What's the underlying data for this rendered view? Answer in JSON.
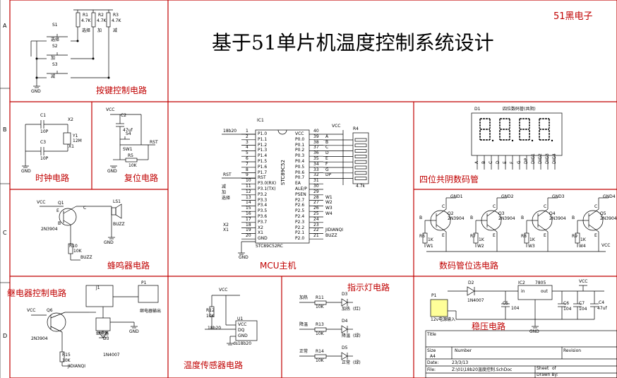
{
  "title": "基于51单片机温度控制系统设计",
  "brand": "51黑电子",
  "row_labels": [
    "A",
    "B",
    "C",
    "D"
  ],
  "sections": {
    "keys": "按键控制电路",
    "clock": "时钟电路",
    "reset": "复位电路",
    "mcu": "MCU主机",
    "display": "四位共阴数码管",
    "buzzer": "蜂鸣器电路",
    "digit_select": "数码管位选电路",
    "relay": "继电器控制电路",
    "temp_sensor": "温度传感器电路",
    "indicator": "指示灯电路",
    "regulator": "稳压电路"
  },
  "keys": {
    "r_labels": [
      "R1",
      "R2",
      "R3"
    ],
    "r_values": [
      "4.7K",
      "4.7K",
      "4.7K"
    ],
    "r_notes": [
      "选择",
      "加",
      "减"
    ],
    "switches": [
      "S1",
      "S2",
      "S3"
    ],
    "switch_notes": [
      "选择",
      "加",
      "减"
    ],
    "gnd": "GND"
  },
  "clock": {
    "c1": "C1",
    "c1v": "10P",
    "c3": "C3",
    "c3v": "10P",
    "x2": "X2",
    "y1": "Y1",
    "freq": "12M",
    "x1": "X1",
    "gnd": "GND"
  },
  "reset": {
    "vcc": "VCC",
    "c2": "C2",
    "c2v": "47uf",
    "s4": "S4",
    "sw1": "SW1",
    "r5": "R5",
    "r5v": "10K",
    "rst": "RST",
    "gnd": "GND"
  },
  "mcu": {
    "ic": "IC1",
    "part": "STC89C52",
    "part_full": "STC89C52RC",
    "left_pins": [
      "P1.0",
      "P1.1",
      "P1.2",
      "P1.3",
      "P1.4",
      "P1.5",
      "P1.6",
      "P1.7",
      "RST",
      "P3.0(RX)",
      "P3.1(TX)",
      "P3.2",
      "P3.3",
      "P3.4",
      "P3.5",
      "P3.6",
      "P3.7",
      "X2",
      "X1",
      "GND"
    ],
    "left_nums": [
      "1",
      "2",
      "3",
      "4",
      "5",
      "6",
      "7",
      "8",
      "9",
      "10",
      "11",
      "12",
      "13",
      "14",
      "15",
      "16",
      "17",
      "18",
      "19",
      "20"
    ],
    "right_pins": [
      "VCC",
      "P0.0",
      "P0.1",
      "P0.2",
      "P0.3",
      "P0.4",
      "P0.5",
      "P0.6",
      "P0.7",
      "EA",
      "ALE/P",
      "PSEN",
      "P2.7",
      "P2.6",
      "P2.5",
      "P2.4",
      "P2.3",
      "P2.2",
      "P2.1",
      "P2.0"
    ],
    "right_nums": [
      "40",
      "39",
      "38",
      "37",
      "36",
      "35",
      "34",
      "33",
      "32",
      "31",
      "30",
      "29",
      "28",
      "27",
      "26",
      "25",
      "24",
      "23",
      "22",
      "21"
    ],
    "right_nets": [
      "",
      "A",
      "B",
      "C",
      "D",
      "E",
      "F",
      "G",
      "DP",
      "",
      "",
      "",
      "W1",
      "W2",
      "W3",
      "W4",
      "",
      "",
      "JIDIANQI",
      "BUZZ"
    ],
    "left_nets": [
      "18b20",
      "",
      "",
      "",
      "",
      "",
      "",
      "",
      "RST",
      "",
      "",
      "",
      "",
      "",
      "",
      "",
      "",
      "X2",
      "X1",
      ""
    ],
    "keynets": [
      "减",
      "加",
      "选择"
    ],
    "r4": "R4",
    "r4v": "4.7k",
    "vcc": "VCC",
    "gnd": "GND"
  },
  "display": {
    "d1": "D1",
    "caption": "四位数码管(共阴)",
    "segs": [
      "A",
      "B",
      "C",
      "D",
      "E",
      "F",
      "G",
      "DP"
    ],
    "digits": [
      "DIG1",
      "DIG2",
      "DIG3",
      "DIG4"
    ]
  },
  "buzzer": {
    "vcc": "VCC",
    "q1": "Q1",
    "part": "2N3904",
    "ls": "LS1",
    "r10": "R10",
    "r10v": "10K",
    "net": "BUZZ",
    "net2": "BUZZ",
    "gnd": "GND",
    "b": "B",
    "c": "C",
    "e": "E"
  },
  "digit_select": {
    "q": [
      "Q2",
      "Q3",
      "Q4",
      "Q5"
    ],
    "part": "2N3904",
    "gnd": [
      "GND1",
      "GND2",
      "GND3",
      "GND4"
    ],
    "r": [
      "R6",
      "R7",
      "R8",
      "R9"
    ],
    "rv": "1K",
    "w": [
      "W1",
      "W2",
      "W3",
      "W4"
    ],
    "vcc": "VCC",
    "b": "B",
    "c": "C",
    "e": "E"
  },
  "relay": {
    "vcc": "VCC",
    "q6": "Q6",
    "part": "2N3904",
    "j1": "J1",
    "p1": "P1",
    "out": "继电器输出",
    "relay": "继电器",
    "d3": "D3",
    "d3p": "1N4007",
    "r15": "R15",
    "r15v": "10K",
    "net": "JIDIANQI",
    "gnd": "GND"
  },
  "temp": {
    "vcc": "VCC",
    "r12": "R12",
    "r12v": "10K",
    "u1": "U1",
    "pins": [
      "VCC",
      "DQ",
      "GND"
    ],
    "net": "18b20",
    "part": "ds18b20"
  },
  "indicator": {
    "r": [
      "R11",
      "R13",
      "R14"
    ],
    "rv": "10K",
    "d": [
      "D3",
      "D4",
      "D5"
    ],
    "notes": [
      "加热",
      "降温",
      "正常"
    ],
    "leds": [
      "(红)",
      "(绿)",
      "(绿)"
    ],
    "t1": "加热",
    "t2": "降温",
    "t3": "正常"
  },
  "regulator": {
    "p1": "P1",
    "in": "12v电源输入",
    "d2": "D2",
    "d2p": "1N4007",
    "ic2": "IC2",
    "ic2p": "7805",
    "inp": "in",
    "outp": "out",
    "c5": "C5",
    "c5v": "104",
    "c6": "C6",
    "c6v": "104",
    "c7": "C7",
    "c7v": "104",
    "c4": "C4",
    "c4v": "47uf",
    "vcc": "VCC",
    "gnd": "GND"
  },
  "titleblock": {
    "title_l": "Title",
    "size_l": "Size",
    "size": "A4",
    "number_l": "Number",
    "revision_l": "Revision",
    "date_l": "Date:",
    "date": "23/3/13",
    "file_l": "File:",
    "file": "Z:\\01\\18b20温度控制.SchDoc",
    "sheet_l": "Sheet",
    "of_l": "of",
    "drawn_l": "Drawn By:"
  }
}
